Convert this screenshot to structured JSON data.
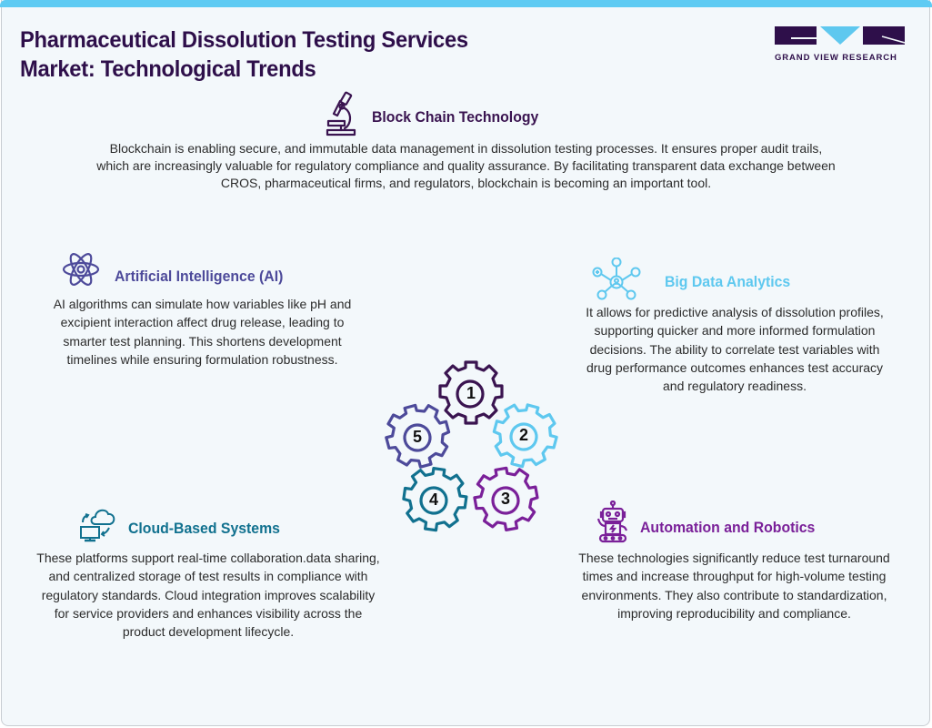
{
  "header": {
    "title_line1": "Pharmaceutical Dissolution Testing Services",
    "title_line2": "Market: Technological Trends",
    "logo_text": "GRAND VIEW RESEARCH"
  },
  "colors": {
    "title": "#2e0f4a",
    "accent_bar": "#5ecbf3",
    "background": "#f3f8fb",
    "block_chain": "#3a1450",
    "ai": "#4d4a9a",
    "big_data": "#5ec8ef",
    "cloud": "#11718f",
    "robotics": "#7a2099"
  },
  "sections": {
    "block_chain": {
      "number": "1",
      "icon": "microscope-icon",
      "title": "Block Chain Technology",
      "lines": [
        "Blockchain is enabling secure, and immutable data management in dissolution testing processes. It ensures proper audit trails,",
        "which are increasingly valuable for regulatory compliance and quality assurance. By facilitating transparent data exchange between",
        "CROS, pharmaceutical firms, and regulators, blockchain is becoming an important tool."
      ]
    },
    "ai": {
      "number": "5",
      "icon": "atom-icon",
      "title": "Artificial Intelligence (AI)",
      "lines": [
        "AI algorithms can simulate how variables like pH and",
        "excipient interaction affect drug release, leading to",
        "smarter test planning. This shortens development",
        "timelines while ensuring formulation robustness."
      ]
    },
    "big_data": {
      "number": "2",
      "icon": "network-icon",
      "title": "Big Data Analytics",
      "lines": [
        "It allows for predictive analysis of dissolution profiles,",
        "supporting quicker and more informed formulation",
        "decisions. The ability to correlate test variables with",
        "drug performance outcomes enhances test accuracy",
        "and regulatory readiness."
      ]
    },
    "cloud": {
      "number": "4",
      "icon": "cloud-computer-icon",
      "title": "Cloud-Based Systems",
      "lines": [
        "These platforms support real-time collaboration.data sharing,",
        "and centralized storage of test results in compliance with",
        "regulatory standards. Cloud integration improves scalability",
        "for service providers and enhances visibility across the",
        "product development lifecycle."
      ]
    },
    "robotics": {
      "number": "3",
      "icon": "robot-icon",
      "title": "Automation and Robotics",
      "lines": [
        "These technologies significantly reduce test turnaround",
        "times and increase throughput for high-volume testing",
        "environments. They also contribute to standardization,",
        "improving reproducibility and compliance."
      ]
    }
  },
  "gears": [
    {
      "label": "1",
      "color": "#3a1450"
    },
    {
      "label": "2",
      "color": "#5ec8ef"
    },
    {
      "label": "3",
      "color": "#7a2099"
    },
    {
      "label": "4",
      "color": "#11718f"
    },
    {
      "label": "5",
      "color": "#4d4a9a"
    }
  ]
}
